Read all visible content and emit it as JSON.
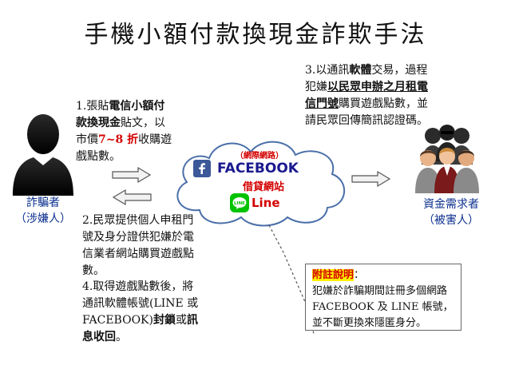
{
  "title": "手機小額付款換現金詐欺手法",
  "scammer": {
    "label_line1": "詐騙者",
    "label_line2": "（涉嫌人）"
  },
  "victims": {
    "label_line1": "資金需求者",
    "label_line2": "（被害人）"
  },
  "step1": {
    "part1": "1.張貼",
    "part2": "電信小額付款換現金",
    "part3": "貼文，以市價",
    "part4": "7~8 折",
    "part5": "收購遊戲點數。"
  },
  "step2": {
    "text": "2.民眾提供個人申租門號及身分證供犯嫌於電信業者網站購買遊戲點數。"
  },
  "step3": {
    "part1": "3.以通訊",
    "part2": "軟體",
    "part3": "交易，過程犯嫌",
    "part4": "以民眾申辦之月租電信門號",
    "part5": "購買遊戲點數，並請民眾回傳簡訊認證碼。"
  },
  "step4": {
    "part1": "4.取得遊戲點數後，將通訊軟體帳號(LINE 或FACEBOOK)",
    "part2": "封鎖",
    "part3": "或",
    "part4": "訊息收回",
    "part5": "。"
  },
  "cloud": {
    "network_label": "（網際網路）",
    "facebook": "FACEBOOK",
    "borrow_site": "借貸網站",
    "line_badge": "LINE",
    "line": "Line"
  },
  "note": {
    "title": "附註說明",
    "colon": "：",
    "body": "犯嫌於詐騙期間註冊多個網路 FACEBOOK 及 LINE 帳號，並不斷更換來隱匿身分。"
  },
  "colors": {
    "accent_red": "#d40000",
    "label_blue": "#0b2f8f",
    "facebook_blue": "#3b5998",
    "line_green": "#00c300",
    "cloud_fill": "#ffffff",
    "cloud_stroke": "#4a6fa8",
    "highlight": "#fff200"
  },
  "icons": {
    "scammer": "person-silhouette-icon",
    "victims": "group-people-icon",
    "facebook": "facebook-icon",
    "line": "line-icon",
    "arrows": [
      "arrow-right-icon",
      "arrow-left-icon",
      "arrow-right-icon"
    ]
  }
}
